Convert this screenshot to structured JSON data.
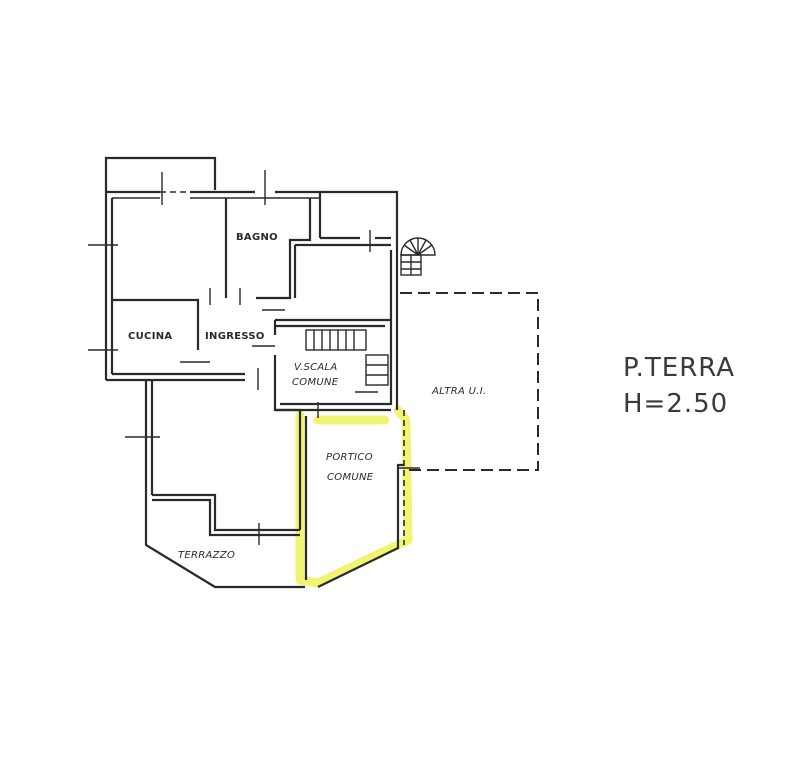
{
  "drawing": {
    "title": "P.TERRA",
    "height_label": "H=2.50",
    "highlight_color": "#eef25a",
    "line_color": "#2a2a2a"
  },
  "rooms": {
    "bagno": "BAGNO",
    "cucina": "CUCINA",
    "ingresso": "INGRESSO",
    "vano_scala_line1": "V.SCALA",
    "vano_scala_line2": "COMUNE",
    "altra_ui": "ALTRA U.I.",
    "portico_line1": "PORTICO",
    "portico_line2": "COMUNE",
    "terrazzo": "TERRAZZO"
  }
}
